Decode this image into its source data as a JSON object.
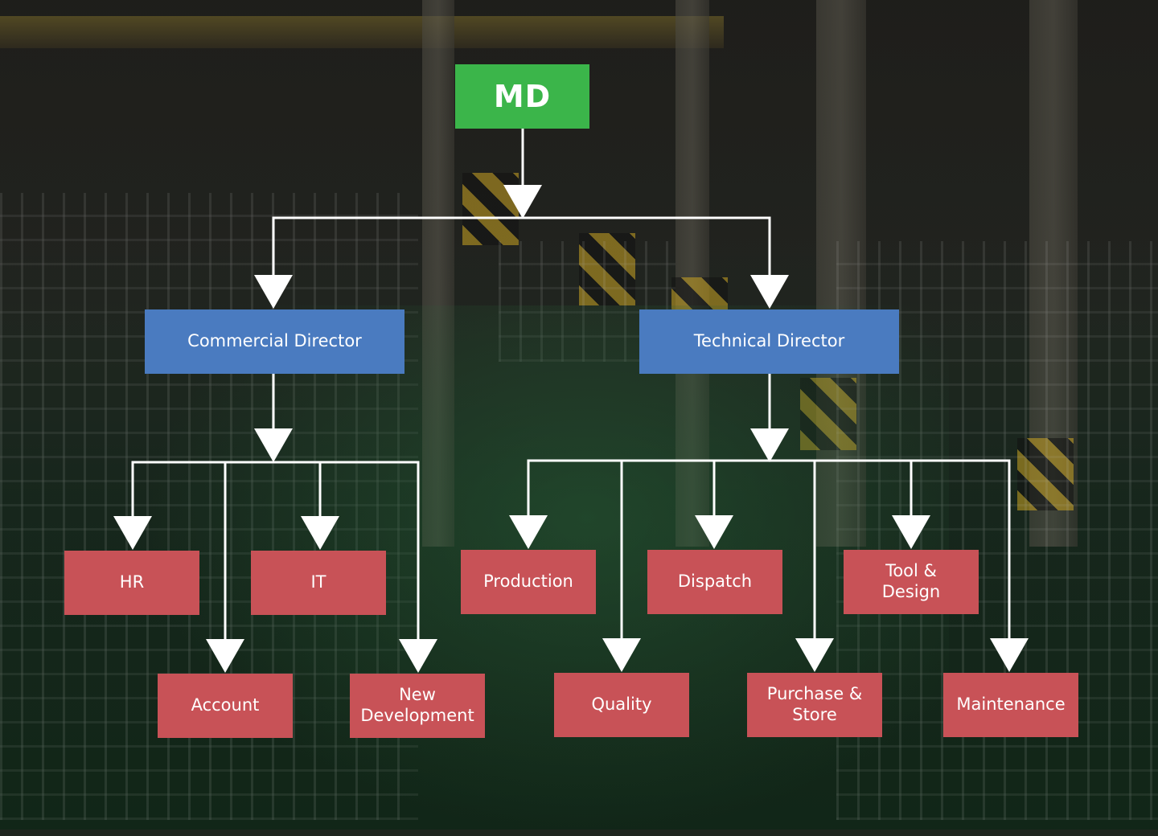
{
  "chart": {
    "root": {
      "label": "MD",
      "color": "#3bb54a"
    },
    "directors": [
      {
        "label": "Commercial Director",
        "color": "#4a7bc0"
      },
      {
        "label": "Technical Director",
        "color": "#4a7bc0"
      }
    ],
    "departments": [
      {
        "label": "HR",
        "reports_to": "Commercial Director"
      },
      {
        "label": "IT",
        "reports_to": "Commercial Director"
      },
      {
        "label": "Account",
        "reports_to": "Commercial Director"
      },
      {
        "label": "New\nDevelopment",
        "reports_to": "Commercial Director"
      },
      {
        "label": "Production",
        "reports_to": "Technical Director"
      },
      {
        "label": "Dispatch",
        "reports_to": "Technical Director"
      },
      {
        "label": "Tool &\nDesign",
        "reports_to": "Technical Director"
      },
      {
        "label": "Quality",
        "reports_to": "Technical Director"
      },
      {
        "label": "Purchase &\nStore",
        "reports_to": "Technical Director"
      },
      {
        "label": "Maintenance",
        "reports_to": "Technical Director"
      }
    ],
    "department_color": "#c85257",
    "connector_color": "#ffffff"
  }
}
